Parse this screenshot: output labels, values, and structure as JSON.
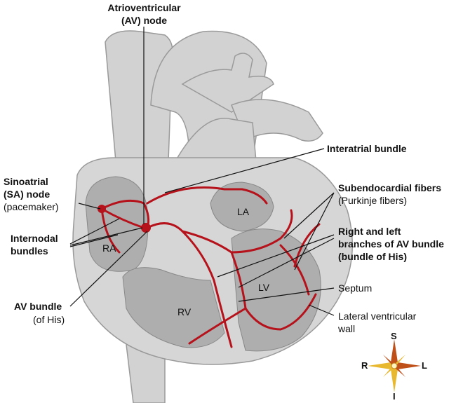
{
  "labels": {
    "av_node": [
      "Atrioventricular",
      "(AV) node"
    ],
    "interatrial": "Interatrial bundle",
    "sa_node": [
      "Sinoatrial",
      "(SA) node"
    ],
    "pacemaker": "(pacemaker)",
    "internodal": [
      "Internodal",
      "bundles"
    ],
    "subendocardial": "Subendocardial fibers",
    "purkinje": "(Purkinje fibers)",
    "branches": [
      "Right and left",
      "branches of AV bundle",
      "(bundle of His)"
    ],
    "septum": "Septum",
    "lateral_wall": [
      "Lateral ventricular",
      "wall"
    ],
    "av_bundle": "AV bundle",
    "of_his": "(of His)"
  },
  "chambers": {
    "ra": "RA",
    "la": "LA",
    "lv": "LV",
    "rv": "RV"
  },
  "compass": {
    "s": "S",
    "i": "I",
    "r": "R",
    "l": "L"
  },
  "colors": {
    "heart": "#d4d4d4",
    "heart_dark": "#a9a9a9",
    "conduction": "#b5121b",
    "compass": "#e0a020"
  }
}
